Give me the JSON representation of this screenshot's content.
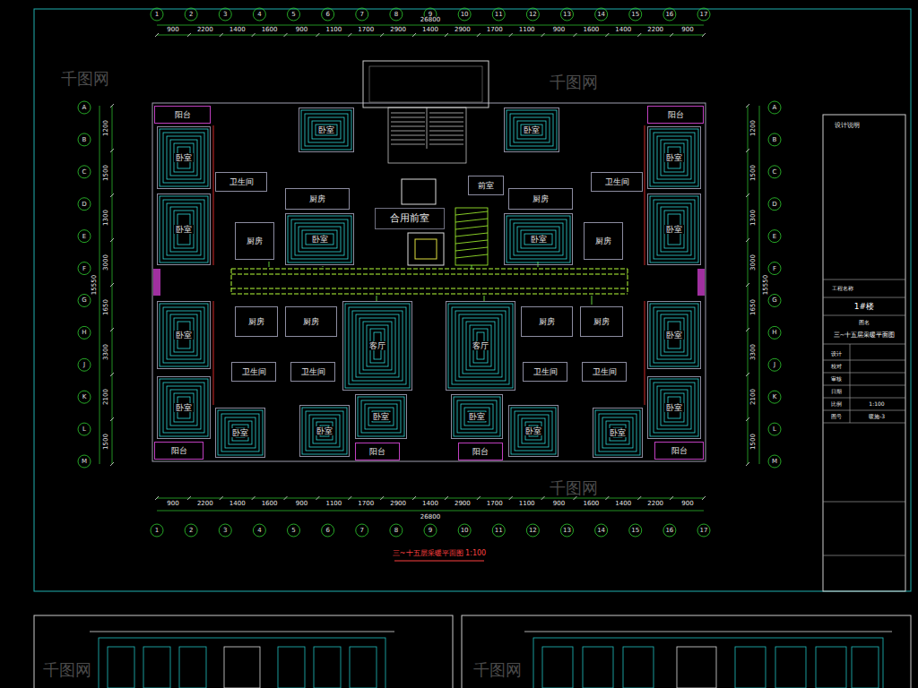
{
  "diagram": {
    "title": "三~十五层采暖平面图 1:100",
    "nodes": [
      {
        "text": [
          "阳台"
        ]
      },
      {
        "text": [
          "卧室"
        ]
      },
      {
        "text": [
          "卧室"
        ]
      },
      {
        "text": [
          "卫生间"
        ]
      },
      {
        "text": [
          "厨房"
        ]
      },
      {
        "text": [
          "卧室"
        ]
      },
      {
        "text": [
          "厨房"
        ]
      },
      {
        "text": [
          "卧室"
        ]
      },
      {
        "text": [
          "合用前室"
        ]
      },
      {
        "text": [
          "前室"
        ]
      },
      {
        "text": [
          "阳台"
        ]
      },
      {
        "text": [
          "卧室"
        ]
      },
      {
        "text": [
          "卧室"
        ]
      },
      {
        "text": [
          "卫生间"
        ]
      },
      {
        "text": [
          "厨房"
        ]
      },
      {
        "text": [
          "卧室"
        ]
      },
      {
        "text": [
          "厨房"
        ]
      },
      {
        "text": [
          "卧室"
        ]
      },
      {
        "text": [
          "卧室"
        ]
      },
      {
        "text": [
          "厨房"
        ]
      },
      {
        "text": [
          "厨房"
        ]
      },
      {
        "text": [
          "卫生间"
        ]
      },
      {
        "text": [
          "卫生间"
        ]
      },
      {
        "text": [
          "卧室"
        ]
      },
      {
        "text": [
          "卧室"
        ]
      },
      {
        "text": [
          "阳台"
        ]
      },
      {
        "text": [
          "客厅"
        ]
      },
      {
        "text": [
          "卧室"
        ]
      },
      {
        "text": [
          "卧室"
        ]
      },
      {
        "text": [
          "阳台"
        ]
      },
      {
        "text": [
          "卧室"
        ]
      },
      {
        "text": [
          "厨房"
        ]
      },
      {
        "text": [
          "厨房"
        ]
      },
      {
        "text": [
          "卫生间"
        ]
      },
      {
        "text": [
          "卫生间"
        ]
      },
      {
        "text": [
          "卧室"
        ]
      },
      {
        "text": [
          "卧室"
        ]
      },
      {
        "text": [
          "阳台"
        ]
      },
      {
        "text": [
          "客厅"
        ]
      },
      {
        "text": [
          "卧室"
        ]
      },
      {
        "text": [
          "卧室"
        ]
      },
      {
        "text": [
          "阳台"
        ]
      }
    ],
    "labels": [
      "1",
      "2",
      "3",
      "4",
      "5",
      "6",
      "7",
      "8",
      "9",
      "10",
      "11",
      "12",
      "13",
      "14",
      "15",
      "16",
      "17",
      "1",
      "2",
      "3",
      "4",
      "5",
      "6",
      "7",
      "8",
      "9",
      "10",
      "11",
      "12",
      "13",
      "14",
      "15",
      "16",
      "17",
      "A",
      "B",
      "C",
      "D",
      "E",
      "F",
      "G",
      "H",
      "J",
      "K",
      "L",
      "M",
      "A",
      "B",
      "C",
      "D",
      "E",
      "F",
      "G",
      "H",
      "J",
      "K",
      "L",
      "M",
      "900",
      "2200",
      "1400",
      "1600",
      "900",
      "1100",
      "1700",
      "2900",
      "1400",
      "2900",
      "1700",
      "1100",
      "900",
      "1600",
      "1400",
      "2200",
      "900",
      "26800",
      "900",
      "2200",
      "1400",
      "1600",
      "900",
      "1100",
      "1700",
      "2900",
      "1400",
      "2900",
      "1700",
      "1100",
      "900",
      "1600",
      "1400",
      "2200",
      "900",
      "26800",
      "1200",
      "1500",
      "1300",
      "3000",
      "1650",
      "3300",
      "2100",
      "1500",
      "15550",
      "1200",
      "1500",
      "1300",
      "3000",
      "1650",
      "3300",
      "2100",
      "1500",
      "15550",
      "设计说明",
      "工程名称",
      "1#楼",
      "图名",
      "三~十五层采暖平面图",
      "设计",
      "校对",
      "审核",
      "日期",
      "比例",
      "1:100",
      "图号",
      "暖施-3",
      "千图网",
      "千图网",
      "千图网",
      "千图网",
      "千图网"
    ]
  }
}
